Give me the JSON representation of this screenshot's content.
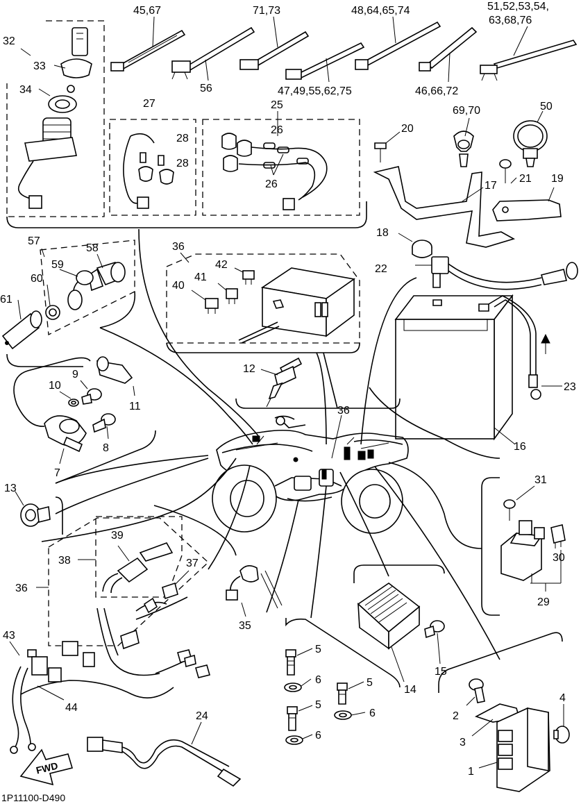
{
  "diagram": {
    "drawing_code": "1P11100-D490",
    "direction_label": "FWD",
    "callouts": {
      "c45_67": "45,67",
      "c71_73": "71,73",
      "c48_64": "48,64,65,74",
      "c51_76a": "51,52,53,54,",
      "c51_76b": "63,68,76",
      "c56": "56",
      "c47_75": "47,49,55,62,75",
      "c46_72": "46,66,72",
      "c32": "32",
      "c33": "33",
      "c34": "34",
      "c27": "27",
      "c28a": "28",
      "c28b": "28",
      "c25": "25",
      "c26a": "26",
      "c26b": "26",
      "c20": "20",
      "c69_70": "69,70",
      "c50": "50",
      "c17": "17",
      "c21": "21",
      "c19": "19",
      "c18": "18",
      "c22": "22",
      "c57": "57",
      "c58": "58",
      "c59": "59",
      "c60": "60",
      "c61": "61",
      "c36a": "36",
      "c42": "42",
      "c41": "41",
      "c40": "40",
      "c9": "9",
      "c10": "10",
      "c11": "11",
      "c8": "8",
      "c7": "7",
      "c12": "12",
      "c36b": "36",
      "c23": "23",
      "c16": "16",
      "c13": "13",
      "c31": "31",
      "c30": "30",
      "c29": "29",
      "c39": "39",
      "c38": "38",
      "c37": "37",
      "c36c": "36",
      "c35": "35",
      "c5a": "5",
      "c15": "15",
      "c6a": "6",
      "c5b": "5",
      "c14": "14",
      "c43": "43",
      "c44": "44",
      "c5c": "5",
      "c6b": "6",
      "c6c": "6",
      "c4": "4",
      "c2": "2",
      "c3": "3",
      "c24": "24",
      "c1": "1"
    }
  }
}
